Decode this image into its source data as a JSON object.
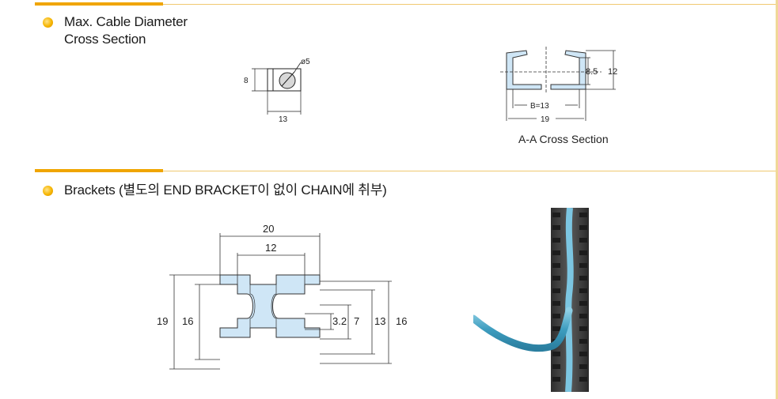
{
  "section1": {
    "title_line1": "Max. Cable Diameter",
    "title_line2": "Cross Section"
  },
  "cable_diagram": {
    "diameter_label": "ø5",
    "height_label": "8",
    "width_label": "13"
  },
  "cross_section": {
    "label_85": "8.5",
    "label_12": "12",
    "label_b13": "B=13",
    "label_19": "19",
    "caption": "A-A Cross Section"
  },
  "section2": {
    "title": "Brackets (별도의 END BRACKET이 없이 CHAIN에 취부)"
  },
  "bracket": {
    "dim_20": "20",
    "dim_12": "12",
    "dim_19": "19",
    "dim_16_left": "16",
    "dim_3_2": "3.2",
    "dim_7": "7",
    "dim_13": "13",
    "dim_16_right": "16"
  },
  "colors": {
    "accent": "#f0a500",
    "rule": "#f0c870",
    "bracket_fill": "#cfe6f6",
    "cable": "#4aa6c8"
  }
}
